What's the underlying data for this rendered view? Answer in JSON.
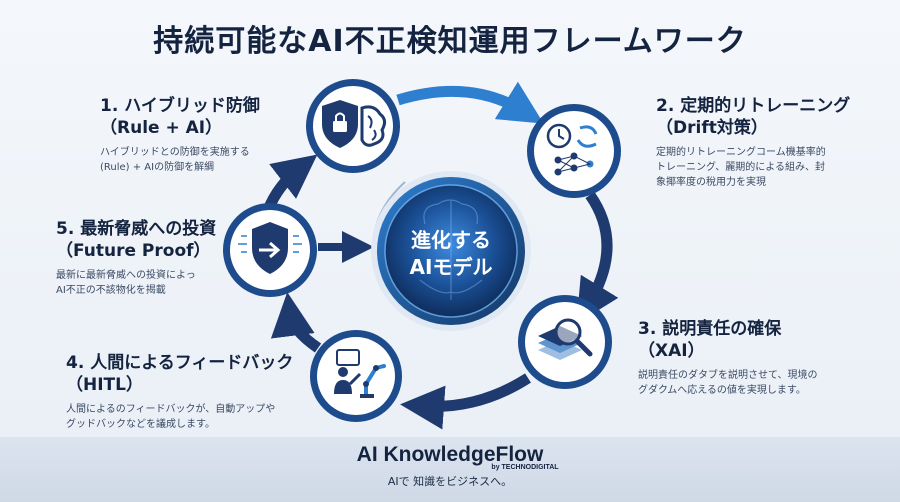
{
  "title": "持続可能なAI不正検知運用フレームワーク",
  "center": {
    "line1": "進化する",
    "line2": "AIモデル"
  },
  "steps": [
    {
      "heading1": "1. ハイブリッド防御",
      "heading2": "（Rule + AI）",
      "desc1": "ハイブリッドとの防御を実施する",
      "desc2": "(Rule) + AIの防御を解綢",
      "icon": "shield-lock-brain-icon"
    },
    {
      "heading1": "2. 定期的リトレーニング",
      "heading2": "（Drift対策）",
      "desc1": "定期的リトレーニングコーム機基率的",
      "desc2": "トレーニング、麗期的による組み、封",
      "desc3": "象揶率度の稅用力を実現",
      "icon": "clock-refresh-network-icon"
    },
    {
      "heading1": "3. 説明責任の確保",
      "heading2": "（XAI）",
      "desc1": "説明責任のダタブを説明させて、現境の",
      "desc2": "グダクムへ応えるの値を実現します。",
      "icon": "magnifier-layers-icon"
    },
    {
      "heading1": "4. 人間によるフィードバック",
      "heading2": "（HITL）",
      "desc1": "人間によるのフィードバックが、自動アップや",
      "desc2": "グッドバックなどを議成します。",
      "icon": "human-robot-arm-icon"
    },
    {
      "heading1": "5. 最新脅威への投資",
      "heading2": "（Future Proof）",
      "desc1": "最新に最新脅威への投資によっ",
      "desc2": "AI不正の不該物化を揭載",
      "icon": "shield-arrow-icon"
    }
  ],
  "footer": {
    "brand": "AI KnowledgeFlow",
    "by": "by TECHNODIGITAL",
    "tagline": "AIで 知識をビジネスへ。"
  },
  "colors": {
    "navy": "#1e3a6e",
    "accent": "#2f7fd0",
    "title": "#14233f"
  }
}
